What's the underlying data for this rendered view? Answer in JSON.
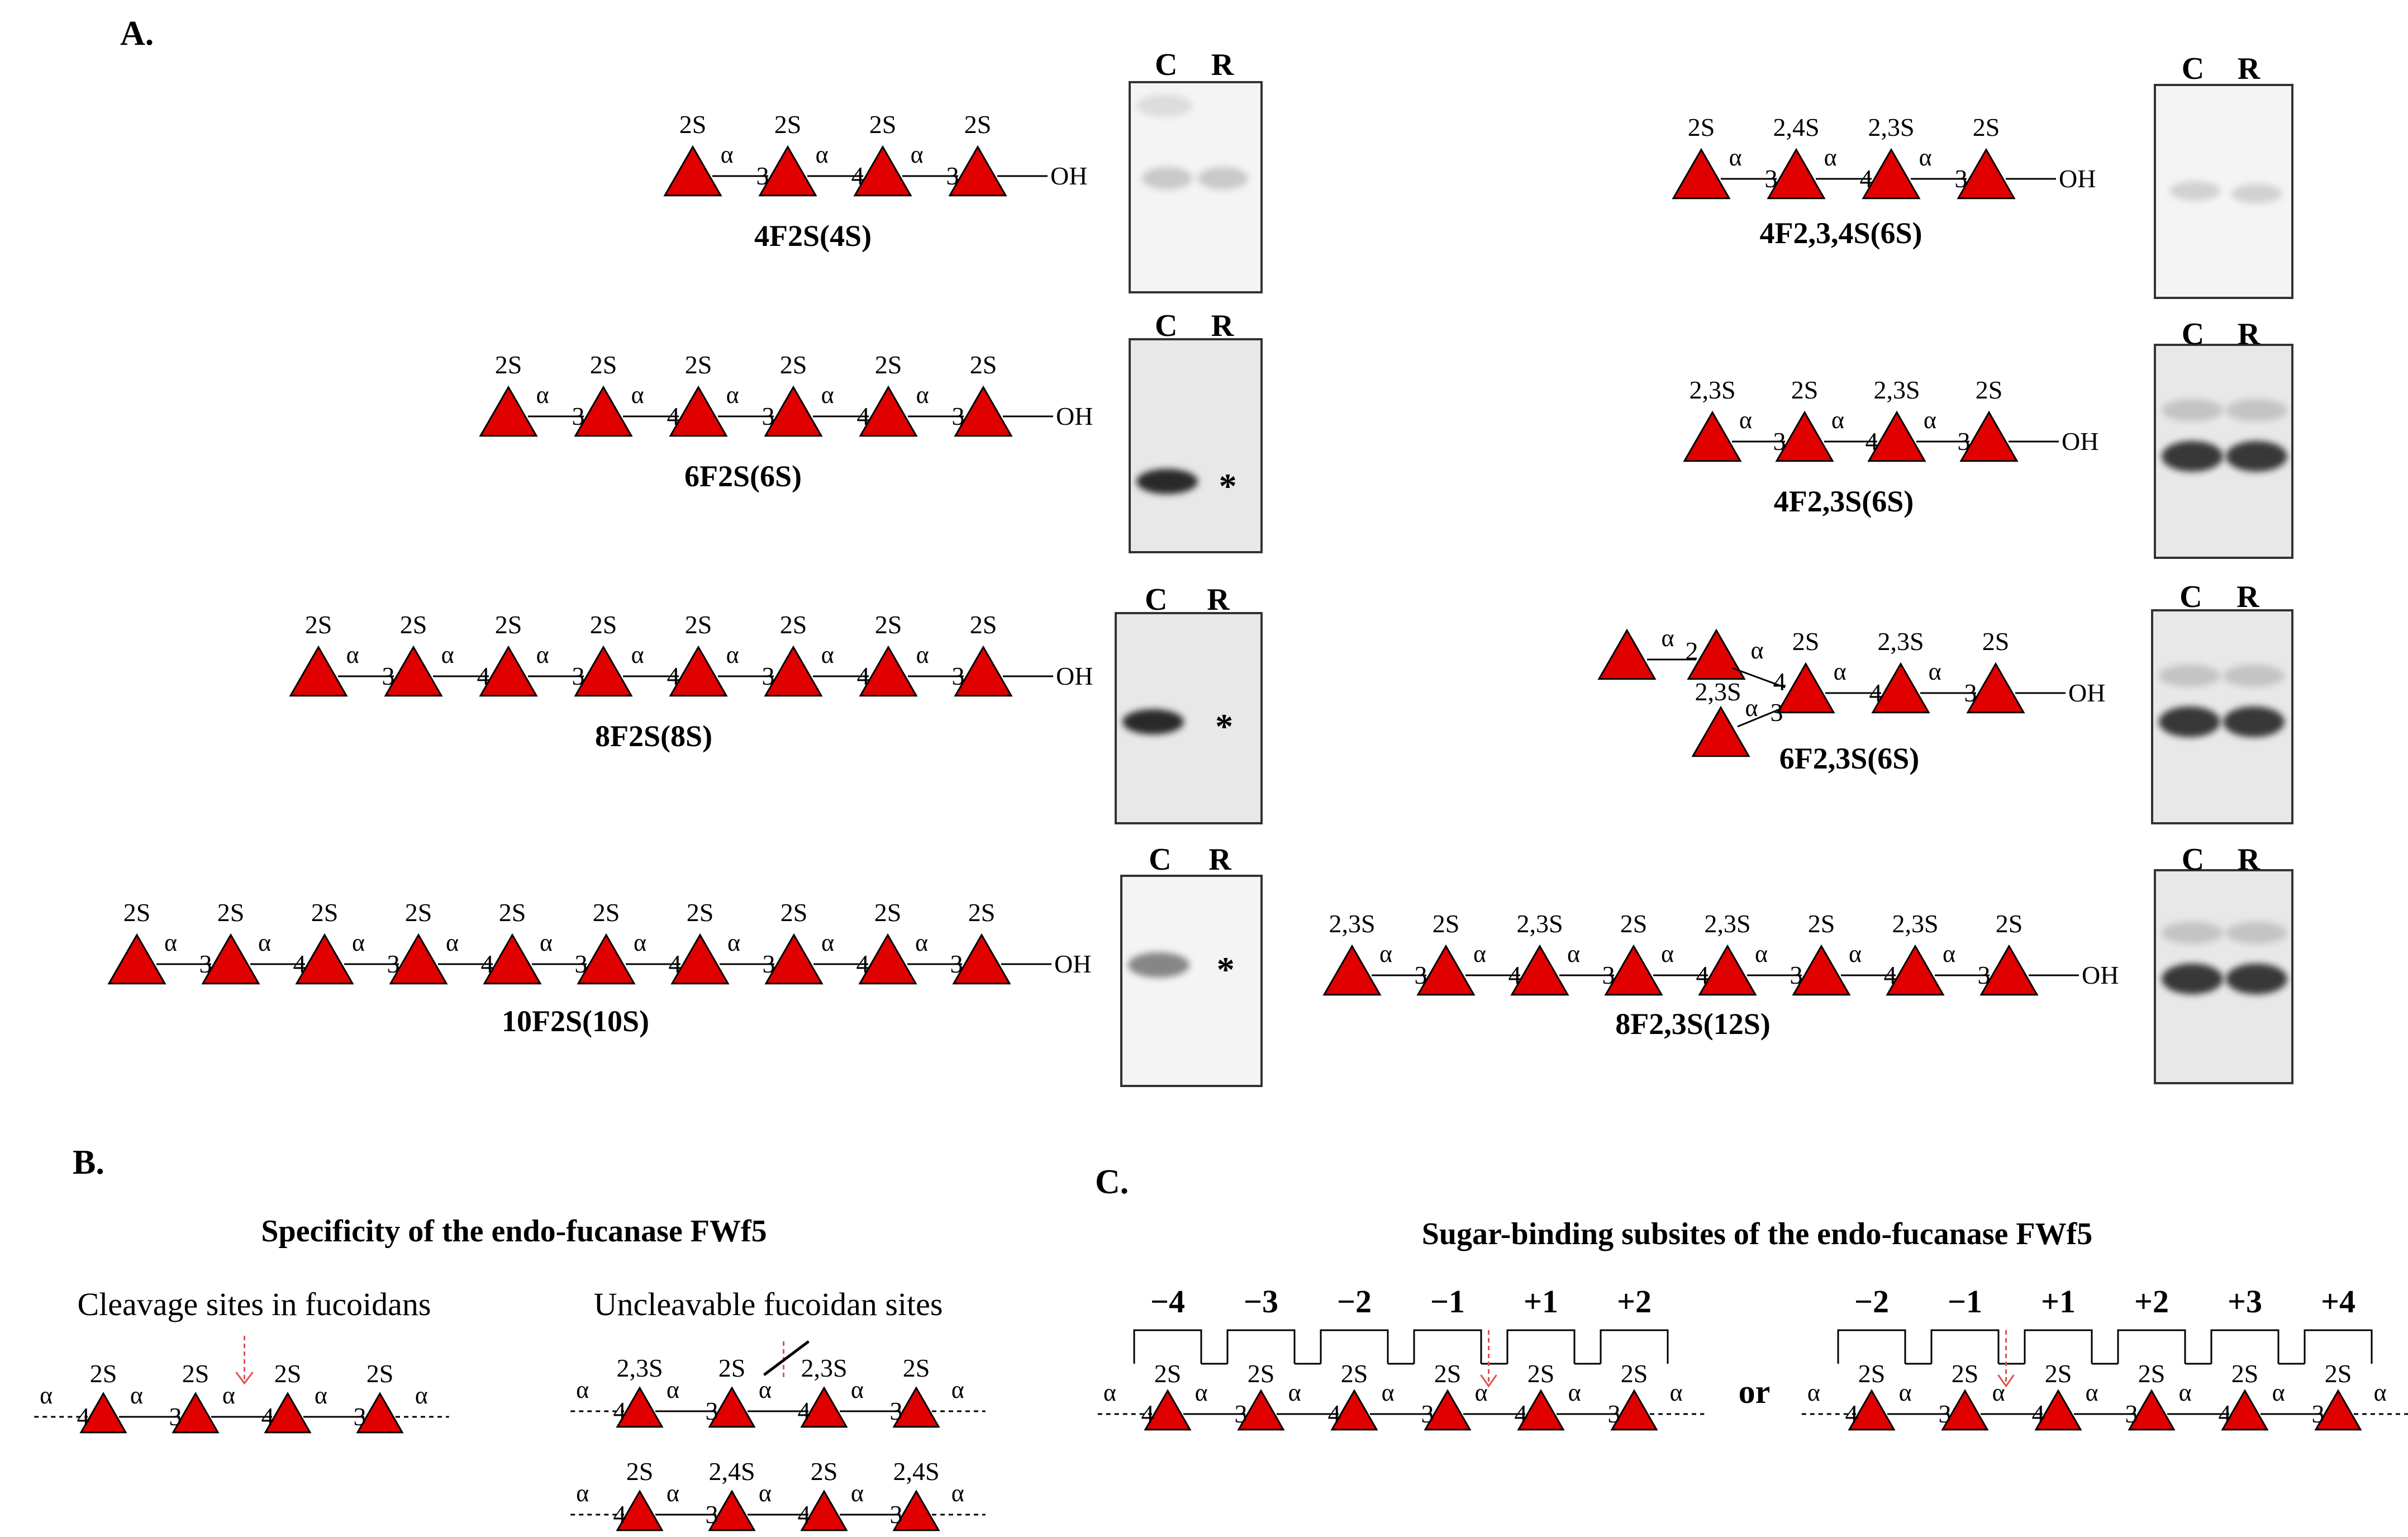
{
  "panels": {
    "a": "A.",
    "b": "B.",
    "c": "C."
  },
  "lane_labels": {
    "control": "C",
    "reaction": "R"
  },
  "asterisk": "*",
  "alpha": "α",
  "hydroxyl": "OH",
  "colors": {
    "fucose": "#e00000",
    "cleavage_arrow": "#e05050",
    "ink": "#000000"
  },
  "icon_names": {
    "fucose": "red-triangle-fucose-icon",
    "cleavage": "dashed-arrow-icon"
  },
  "panel_a": {
    "left": [
      {
        "name": "4F2S(4S)",
        "sulfation": [
          "2S",
          "2S",
          "2S",
          "2S"
        ],
        "linkages": [
          "3",
          "4",
          "3"
        ],
        "reaction_lane": "intact"
      },
      {
        "name": "6F2S(6S)",
        "sulfation": [
          "2S",
          "2S",
          "2S",
          "2S",
          "2S",
          "2S"
        ],
        "linkages": [
          "3",
          "4",
          "3",
          "4",
          "3"
        ],
        "reaction_lane": "degraded"
      },
      {
        "name": "8F2S(8S)",
        "sulfation": [
          "2S",
          "2S",
          "2S",
          "2S",
          "2S",
          "2S",
          "2S",
          "2S"
        ],
        "linkages": [
          "3",
          "4",
          "3",
          "4",
          "3",
          "4",
          "3"
        ],
        "reaction_lane": "degraded"
      },
      {
        "name": "10F2S(10S)",
        "sulfation": [
          "2S",
          "2S",
          "2S",
          "2S",
          "2S",
          "2S",
          "2S",
          "2S",
          "2S",
          "2S"
        ],
        "linkages": [
          "3",
          "4",
          "3",
          "4",
          "3",
          "4",
          "3",
          "4",
          "3"
        ],
        "reaction_lane": "degraded"
      }
    ],
    "right": [
      {
        "name": "4F2,3,4S(6S)",
        "sulfation": [
          "2S",
          "2,4S",
          "2,3S",
          "2S"
        ],
        "linkages": [
          "3",
          "4",
          "3"
        ],
        "reaction_lane": "intact"
      },
      {
        "name": "4F2,3S(6S)",
        "sulfation": [
          "2,3S",
          "2S",
          "2,3S",
          "2S"
        ],
        "linkages": [
          "3",
          "4",
          "3"
        ],
        "reaction_lane": "intact"
      },
      {
        "name": "6F2,3S(6S)",
        "branched": true,
        "branch_labels": {
          "top_link": "2",
          "mid_link": "4",
          "low_link": "3",
          "low_sulfation": "2,3S"
        },
        "sulfation": [
          "2S",
          "2,3S",
          "2S"
        ],
        "linkages": [
          "4",
          "3"
        ],
        "reaction_lane": "intact"
      },
      {
        "name": "8F2,3S(12S)",
        "sulfation": [
          "2,3S",
          "2S",
          "2,3S",
          "2S",
          "2,3S",
          "2S",
          "2,3S",
          "2S"
        ],
        "linkages": [
          "3",
          "4",
          "3",
          "4",
          "3",
          "4",
          "3"
        ],
        "reaction_lane": "intact"
      }
    ]
  },
  "panel_b": {
    "title": "Specificity of the endo-fucanase  FWf5",
    "cleavage_heading": "Cleavage sites in fucoidans",
    "uncleavable_heading": "Uncleavable fucoidan sites",
    "cleavage_chain": {
      "sulfation": [
        "2S",
        "2S",
        "2S",
        "2S"
      ],
      "linkages": [
        "4",
        "3",
        "4",
        "3"
      ]
    },
    "uncleavable_chain_1": {
      "sulfation": [
        "2,3S",
        "2S",
        "2,3S",
        "2S"
      ],
      "linkages": [
        "4",
        "3",
        "4",
        "3"
      ]
    },
    "uncleavable_chain_2": {
      "sulfation": [
        "2S",
        "2,4S",
        "2S",
        "2,4S"
      ],
      "linkages": [
        "4",
        "3",
        "4",
        "3"
      ]
    }
  },
  "panel_c": {
    "title": "Sugar-binding subsites of the endo-fucanase  FWf5",
    "or": "or",
    "subsites_1": [
      "−4",
      "−3",
      "−2",
      "−1",
      "+1",
      "+2"
    ],
    "subsites_2": [
      "−2",
      "−1",
      "+1",
      "+2",
      "+3",
      "+4"
    ],
    "sulfation": [
      "2S",
      "2S",
      "2S",
      "2S",
      "2S",
      "2S"
    ],
    "linkages_1": [
      "4",
      "3",
      "4",
      "3",
      "4",
      "3"
    ],
    "linkages_2": [
      "4",
      "3",
      "4",
      "3",
      "4",
      "3"
    ]
  }
}
